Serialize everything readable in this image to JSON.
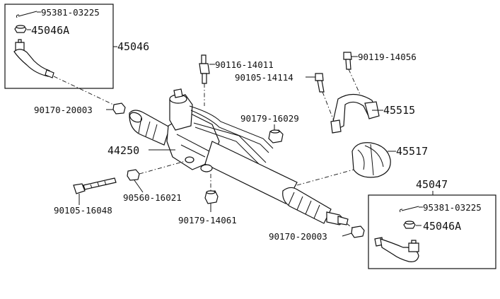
{
  "labels": {
    "p95381_top": "95381-03225",
    "p45046A_top": "45046A",
    "p45046": "45046",
    "p90116": "90116-14011",
    "p90105_14114": "90105-14114",
    "p90119": "90119-14056",
    "p90170_left": "90170-20003",
    "p90179_16029": "90179-16029",
    "p45515": "45515",
    "p44250": "44250",
    "p45517": "45517",
    "p90560": "90560-16021",
    "p90105_16048": "90105-16048",
    "p90179_14061": "90179-14061",
    "p45047": "45047",
    "p95381_bot": "95381-03225",
    "p45046A_bot": "45046A",
    "p90170_right": "90170-20003"
  }
}
